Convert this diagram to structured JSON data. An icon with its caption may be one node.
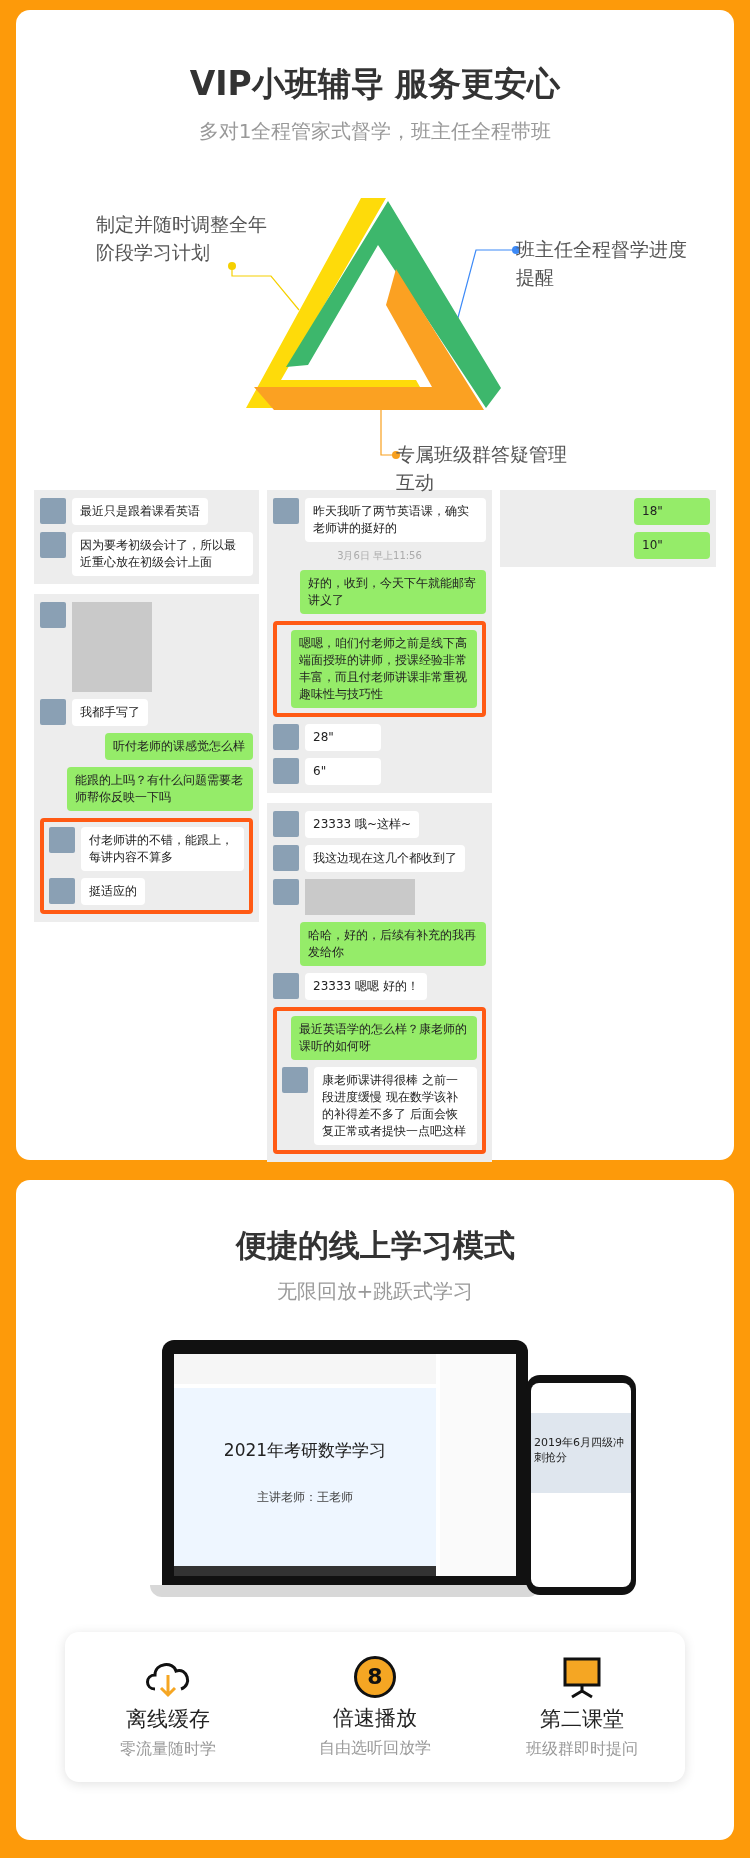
{
  "diagram": {
    "nodes": [
      {
        "text": [
          "制定并随时调整全年阶段学习计划"
        ]
      },
      {
        "text": [
          "班主任全程督学进度提醒"
        ]
      },
      {
        "text": [
          "专属班级群答疑管理互动"
        ]
      },
      {
        "text": [],
        "shape": "picture"
      }
    ],
    "edges": [
      {
        "from": 0,
        "to": 3,
        "arrow": "other",
        "color": "#f5d000"
      },
      {
        "from": 1,
        "to": 3,
        "arrow": "other",
        "color": "#3d8af7"
      },
      {
        "from": 2,
        "to": 3,
        "arrow": "other",
        "color": "#f8a01e"
      }
    ],
    "labels": [
      "VIP小班辅导 服务更安心",
      "多对1全程管家式督学，班主任全程带班",
      "昨天我听了两节英语课，确实老师讲的挺好的",
      "3月6日 早上11:56",
      "好的，收到，今天下午就能邮寄讲义了",
      "嗯嗯，咱们付老师之前是线下高端面授班的讲师，授课经验非常丰富，而且付老师讲课非常重视趣味性与技巧性",
      "28\"",
      "6\"",
      "最近只是跟着课看英语",
      "因为要考初级会计了，所以最近重心放在初级会计上面",
      "我都手写了",
      "听付老师的课感觉怎么样",
      "能跟的上吗？有什么问题需要老师帮你反映一下吗",
      "付老师讲的不错，能跟上，每讲内容不算多",
      "挺适应的",
      "18\"",
      "10\"",
      "23333 哦~这样~",
      "我这边现在这几个都收到了",
      "哈哈，好的，后续有补充的我再发给你",
      "23333 嗯嗯 好的！",
      "最近英语学的怎么样？康老师的课听的如何呀",
      "康老师课讲得很棒 之前一段进度缓慢 现在数学该补的补得差不多了 后面会恢复正常或者提快一点吧这样",
      "便捷的线上学习模式",
      "无限回放+跳跃式学习",
      "2021年考研数学学习",
      "主讲老师：王老师",
      "2019年6月四级冲刺抢分",
      "8",
      "离线缓存",
      "零流量随时学",
      "倍速播放",
      "自由选听回放学",
      "第二课堂",
      "班级群即时提问"
    ]
  }
}
